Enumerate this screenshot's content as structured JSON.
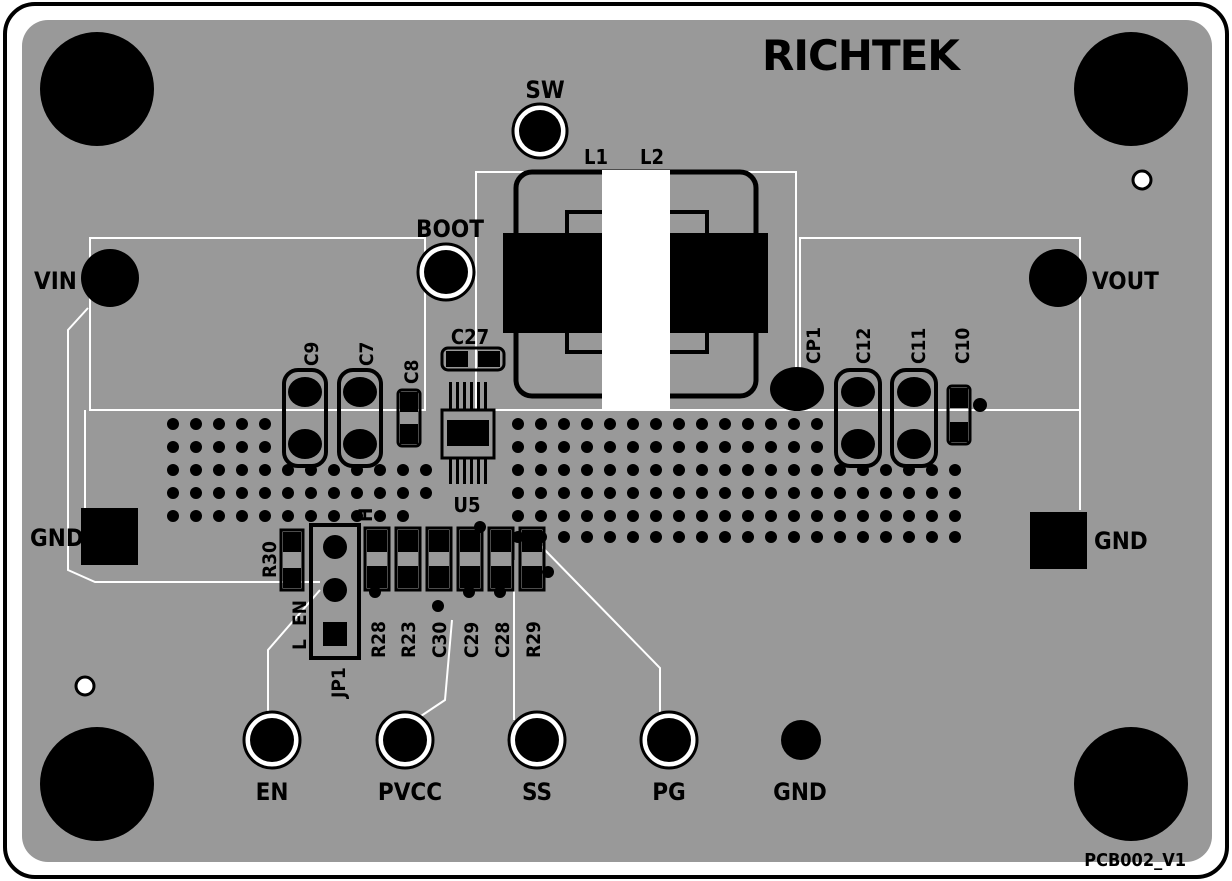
{
  "logo": "RICHTEK",
  "board_id": "PCB002_V1",
  "terminals": {
    "sw": "SW",
    "boot": "BOOT",
    "vin": "VIN",
    "vout": "VOUT",
    "gnd_left": "GND",
    "gnd_right": "GND",
    "en": "EN",
    "pvcc": "PVCC",
    "ss": "SS",
    "pg": "PG",
    "gnd_bottom": "GND"
  },
  "components": {
    "l1": "L1",
    "l2": "L2",
    "c27": "C27",
    "c9": "C9",
    "c7": "C7",
    "c8": "C8",
    "cp1": "CP1",
    "c12": "C12",
    "c11": "C11",
    "c10": "C10",
    "u5": "U5",
    "r30": "R30",
    "jp1": "JP1",
    "r28": "R28",
    "r23": "R23",
    "c30": "C30",
    "c29": "C29",
    "c28": "C28",
    "r29": "R29"
  },
  "jumper_labels": {
    "h": "H",
    "en": "EN",
    "l": "L"
  },
  "colors": {
    "board": "#999999",
    "copper_outline": "#ffffff",
    "silkscreen": "#000000"
  }
}
